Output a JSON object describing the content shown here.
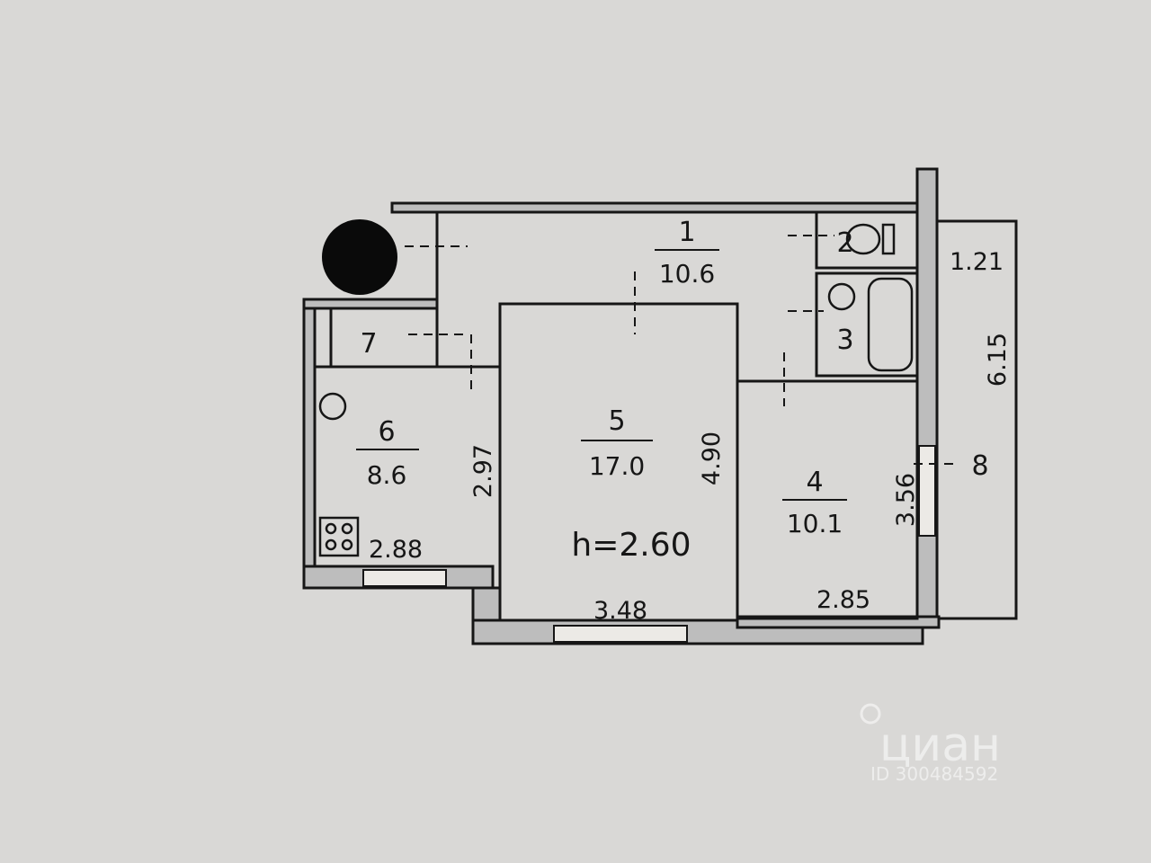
{
  "rooms": [
    {
      "number": "1",
      "area": "10.6"
    },
    {
      "number": "2"
    },
    {
      "number": "3"
    },
    {
      "number": "4",
      "area": "10.1"
    },
    {
      "number": "5",
      "area": "17.0"
    },
    {
      "number": "6",
      "area": "8.6"
    },
    {
      "number": "7"
    },
    {
      "number": "8"
    }
  ],
  "dimensions": {
    "balcony_width": "1.21",
    "balcony_length": "6.15",
    "room4_height": "3.56",
    "room4_width": "2.85",
    "room5_width": "3.48",
    "room5_length": "4.90",
    "room6_width": "2.88",
    "room6_length": "2.97"
  },
  "ceiling_height": "h=2.60",
  "watermark": {
    "brand": "циан",
    "id": "ID 300484592"
  },
  "colors": {
    "paper": "#d9d8d6",
    "ink": "#161616",
    "wall_fill": "#bdbdbd"
  }
}
